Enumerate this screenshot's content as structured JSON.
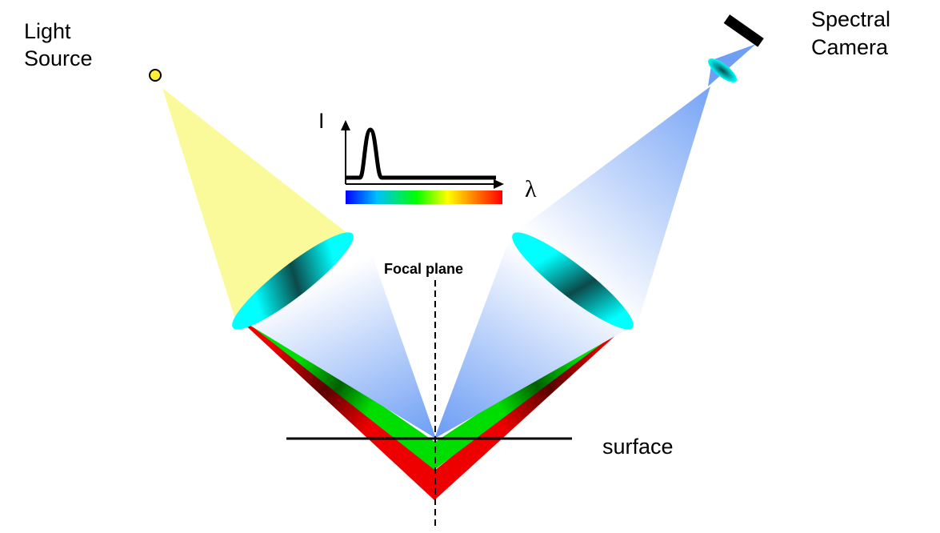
{
  "labels": {
    "light_source_line1": "Light",
    "light_source_line2": "Source",
    "spectral_camera_line1": "Spectral",
    "spectral_camera_line2": "Camera",
    "focal_plane": "Focal plane",
    "surface": "surface",
    "intensity_axis": "I",
    "wavelength_axis": "λ"
  },
  "colors": {
    "light_source": "#ffee33",
    "light_beam": "#fafa9a",
    "lens": "#00ffff",
    "lens_dark": "#0b4a4a",
    "beam_blue": "#6f9ff5",
    "focus_red": "#ee0000",
    "focus_green": "#00cc00",
    "spectrum": [
      "#0000ff",
      "#00c0ff",
      "#00ff00",
      "#ffff00",
      "#ff8000",
      "#ff0000"
    ]
  }
}
